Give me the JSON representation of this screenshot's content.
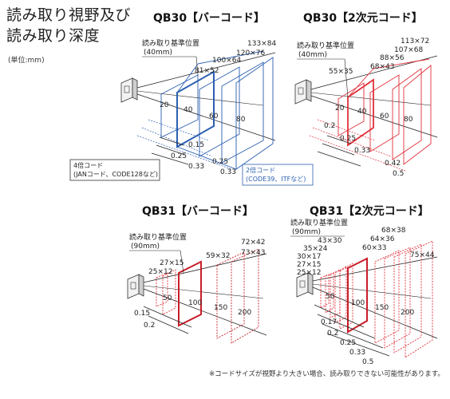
{
  "header": {
    "title_line1": "読み取り視野及び",
    "title_line2": "読み取り深度",
    "unit": "(単位:mm)"
  },
  "panels": {
    "qb30_bar": {
      "title": "QB30【バーコード】",
      "ref_label_1": "読み取り基準位置",
      "ref_label_2": "(40mm)",
      "sizes": [
        "81×52",
        "100×64",
        "120×76",
        "133×84"
      ],
      "distances": [
        "20",
        "40",
        "60",
        "80"
      ],
      "depths": [
        "0.15",
        "0.25",
        "0.33",
        "0.25",
        "0.33"
      ],
      "box_black_1": "4倍コード",
      "box_black_2": "(JANコード、CODE128など)",
      "box_blue_1": "2倍コード",
      "box_blue_2": "(CODE39、ITFなど)"
    },
    "qb30_2d": {
      "title": "QB30【2次元コード】",
      "ref_label_1": "読み取り基準位置",
      "ref_label_2": "(40mm)",
      "sizes": [
        "55×35",
        "68×43",
        "88×56",
        "107×68",
        "113×72"
      ],
      "distances": [
        "20",
        "40",
        "60",
        "80"
      ],
      "depths": [
        "0.2",
        "0.25",
        "0.33",
        "0.42",
        "0.5"
      ]
    },
    "qb31_bar": {
      "title": "QB31【バーコード】",
      "ref_label_1": "読み取り基準位置",
      "ref_label_2": "(90mm)",
      "sizes": [
        "25×12",
        "27×15",
        "59×32",
        "72×42",
        "73×43"
      ],
      "distances": [
        "50",
        "100",
        "150",
        "200"
      ],
      "depths": [
        "0.15",
        "0.2"
      ]
    },
    "qb31_2d": {
      "title": "QB31【2次元コード】",
      "ref_label_1": "読み取り基準位置",
      "ref_label_2": "(90mm)",
      "sizes": [
        "25×12",
        "27×15",
        "30×17",
        "35×24",
        "43×30",
        "60×33",
        "64×36",
        "68×38",
        "75×44"
      ],
      "distances": [
        "50",
        "100",
        "150",
        "200"
      ],
      "depths": [
        "0.17",
        "0.2",
        "0.25",
        "0.33",
        "0.5"
      ]
    }
  },
  "footnote": "※コードサイズが視野より大きい場合、読み取りできない可能性があります。",
  "colors": {
    "blue": "#2a5fb0",
    "red": "#e0303a",
    "dark_red": "#c81e28",
    "black": "#222222"
  }
}
